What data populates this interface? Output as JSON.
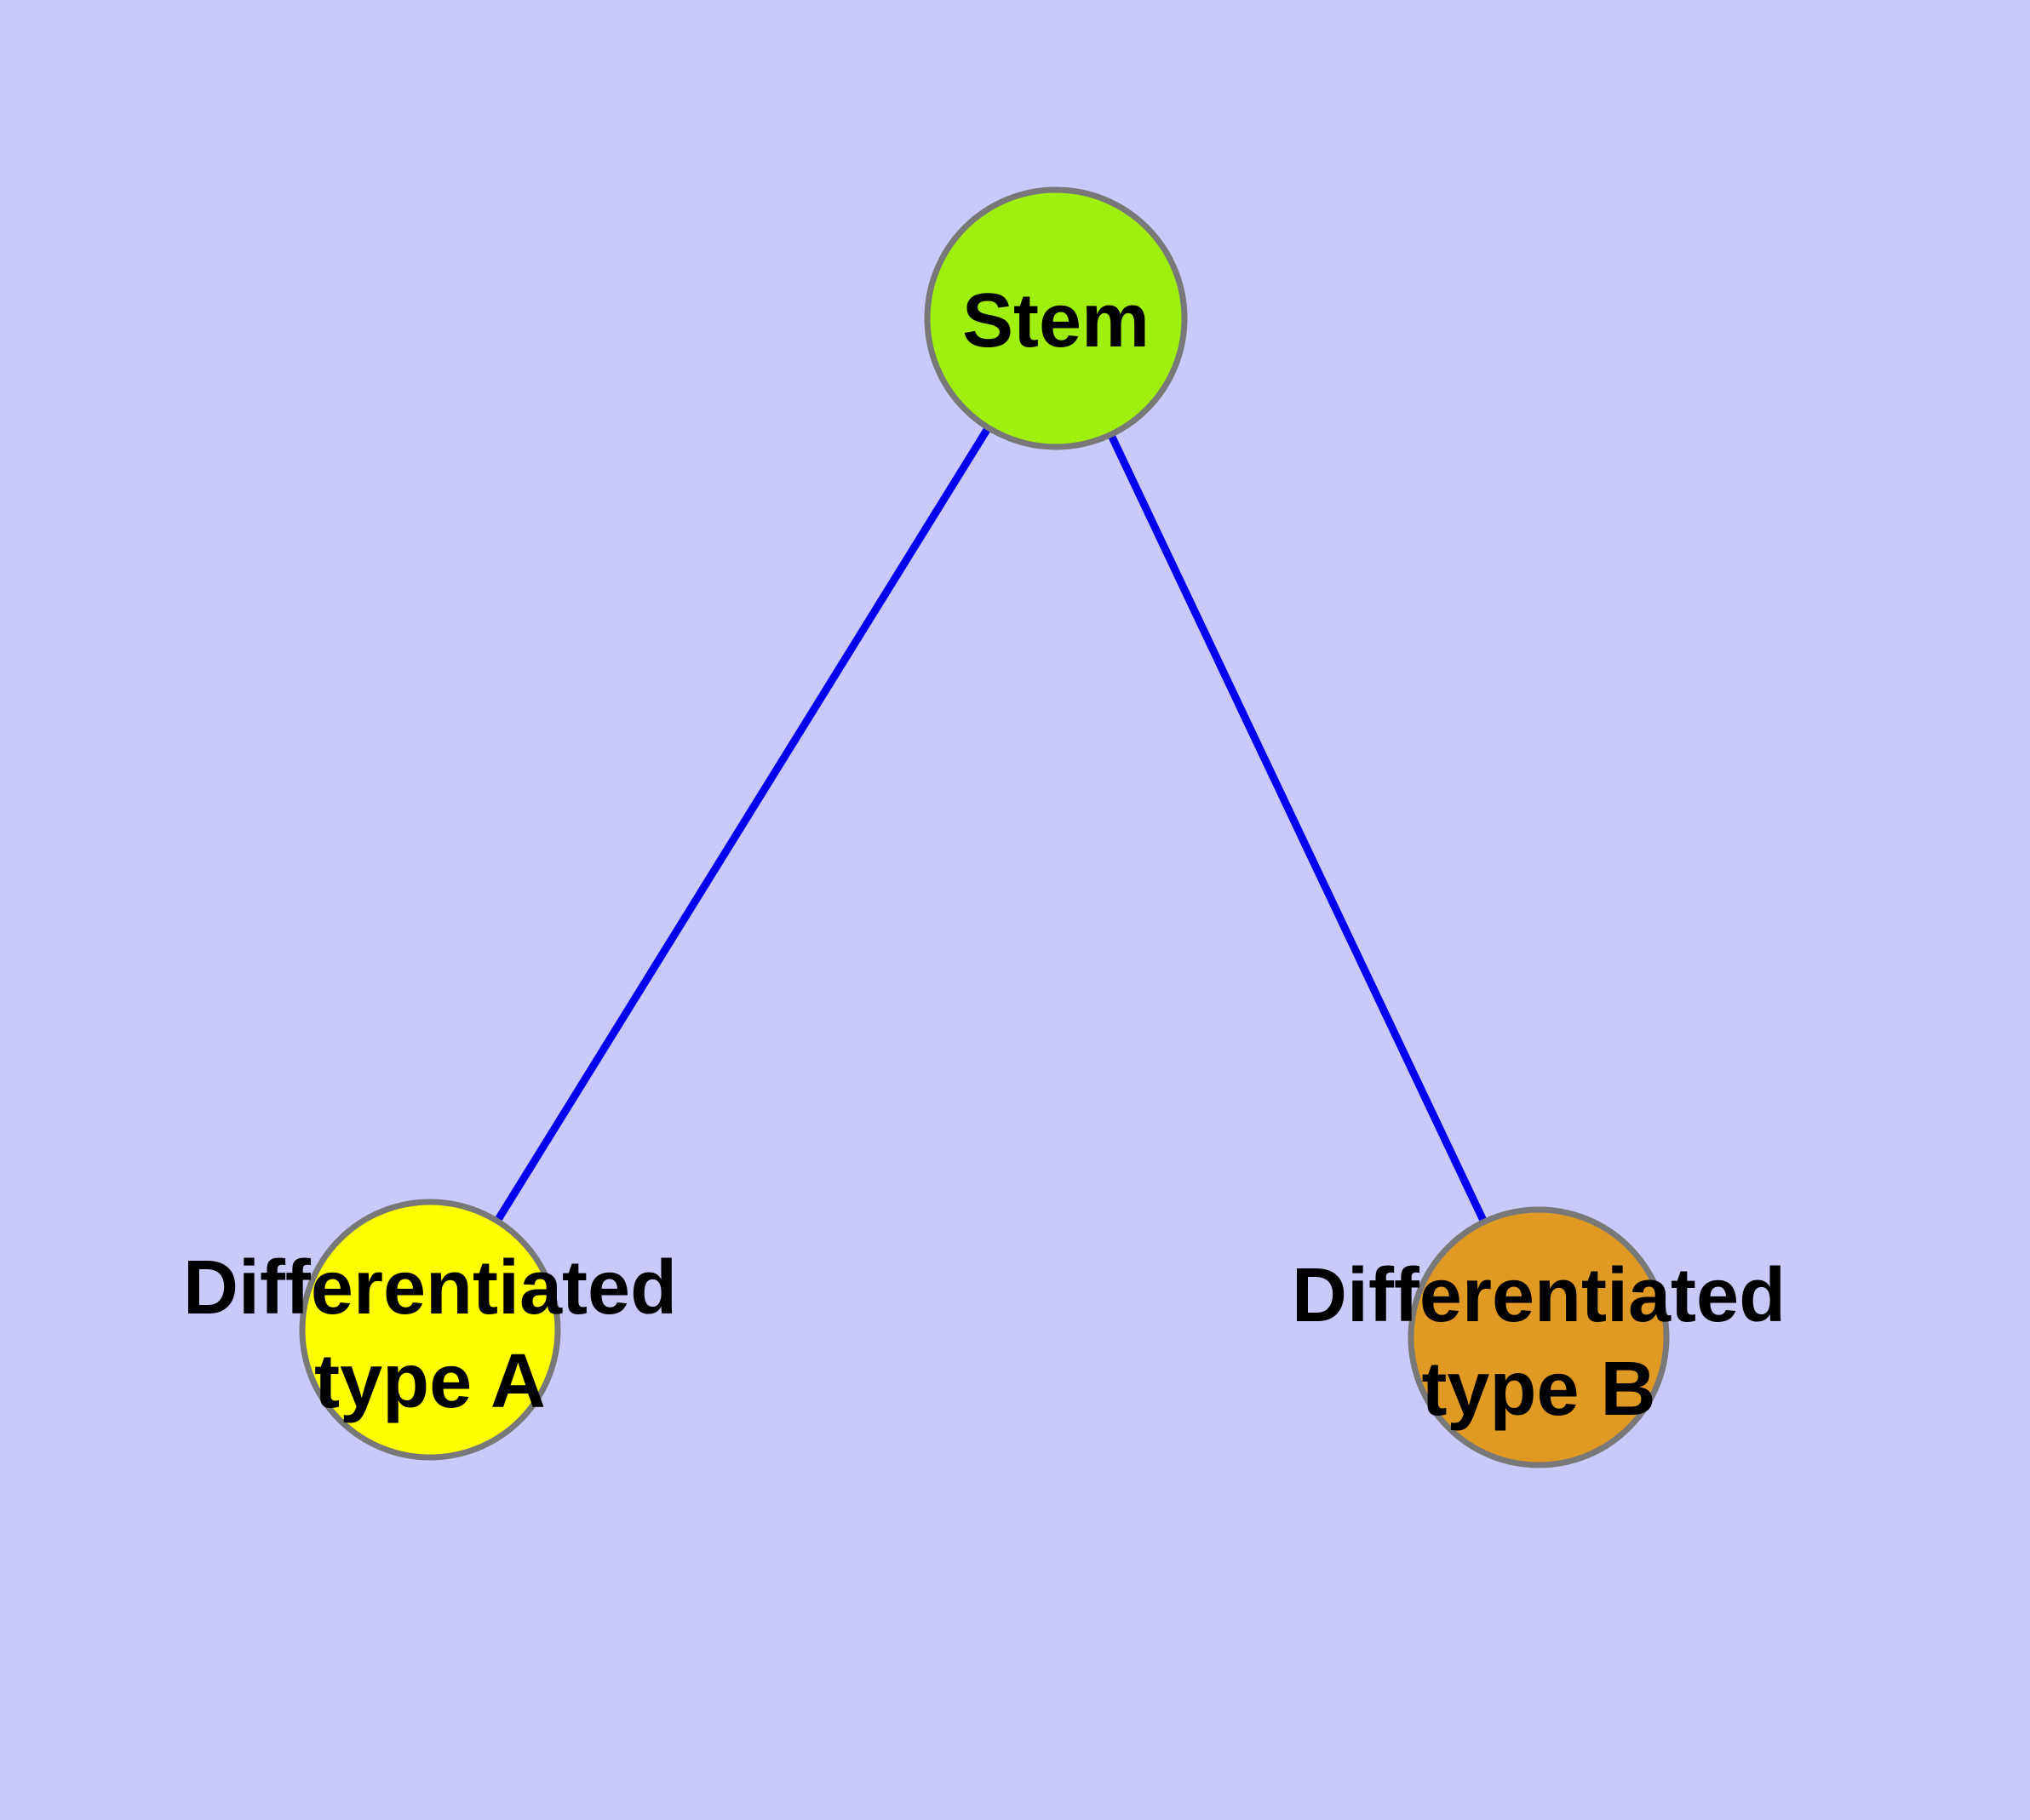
{
  "diagram": {
    "colors": {
      "background": "#CACAFA",
      "edge": "#0000EE",
      "node_border": "#787878",
      "label_text": "#000000"
    },
    "nodes": [
      {
        "id": "stem",
        "label": "Stem",
        "fill": "#A0F00F"
      },
      {
        "id": "type-a",
        "label_line1": "Differentiated",
        "label_line2": "type A",
        "fill": "#FFFF00"
      },
      {
        "id": "type-b",
        "label_line1": "Differentiated",
        "label_line2": "type B",
        "fill": "#E09A24"
      }
    ],
    "edges": [
      {
        "from": "Stem",
        "to": "Differentiated type A"
      },
      {
        "from": "Stem",
        "to": "Differentiated type B"
      }
    ]
  }
}
